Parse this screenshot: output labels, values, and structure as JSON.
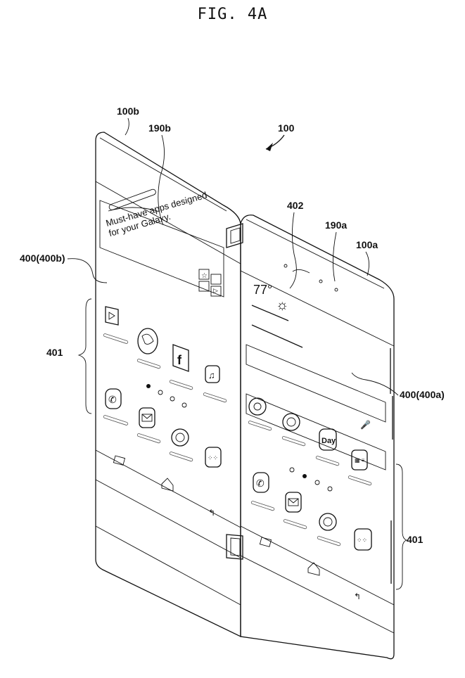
{
  "figure_title": "FIG. 4A",
  "labels": {
    "device": "100",
    "housing_left": "100b",
    "housing_right": "100a",
    "display_left": "190b",
    "display_right": "190a",
    "screen_left": "400(400b)",
    "screen_right": "400(400a)",
    "widget": "402",
    "icon_group_left": "401",
    "icon_group_right": "401"
  },
  "left_screen": {
    "banner_text_line1": "Must-have apps designed",
    "banner_text_line2": "for your Galaxy."
  },
  "right_screen": {
    "temperature": "77°",
    "day_icon_text": "Day"
  }
}
